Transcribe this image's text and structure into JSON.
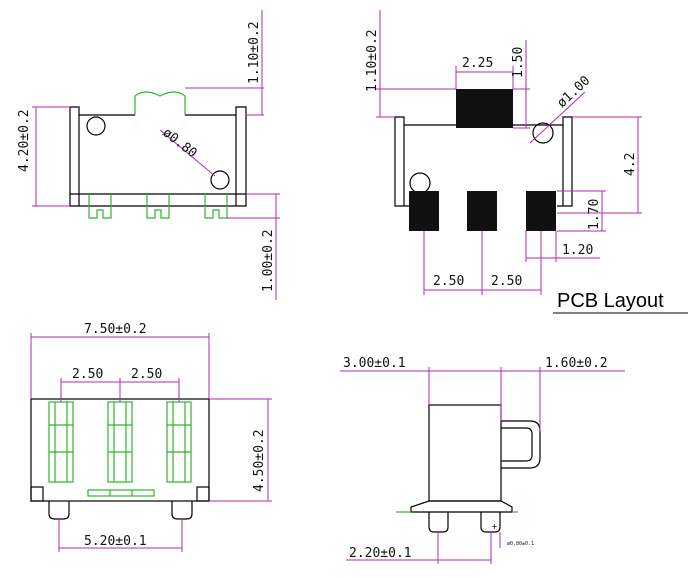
{
  "title": "PCB Layout",
  "colors": {
    "outline": "#000000",
    "dimension": "#b02ab0",
    "pin": "#2db52d",
    "pad": "#111111"
  },
  "side_view": {
    "top_height": "1.10±0.2",
    "body_height": "4.20±0.2",
    "hole_diameter": "ø0.80",
    "pin_length": "1.00±0.2"
  },
  "pcb_layout": {
    "top_height": "1.10±0.2",
    "pad_width": "2.25",
    "pad_height": "1.50",
    "hole_diameter": "ø1.00",
    "overall_height": "4.2",
    "pin_pad_height": "1.70",
    "pin_pad_width": "1.20",
    "pitch_1": "2.50",
    "pitch_2": "2.50"
  },
  "top_view": {
    "width": "7.50±0.2",
    "pitch_1": "2.50",
    "pitch_2": "2.50",
    "height": "4.50±0.2",
    "base_width": "5.20±0.1"
  },
  "end_view": {
    "body_width": "3.00±0.1",
    "lever_width": "1.60±0.2",
    "foot_spacing": "2.20±0.1",
    "tiny_note": "ø0.80±0.1"
  }
}
